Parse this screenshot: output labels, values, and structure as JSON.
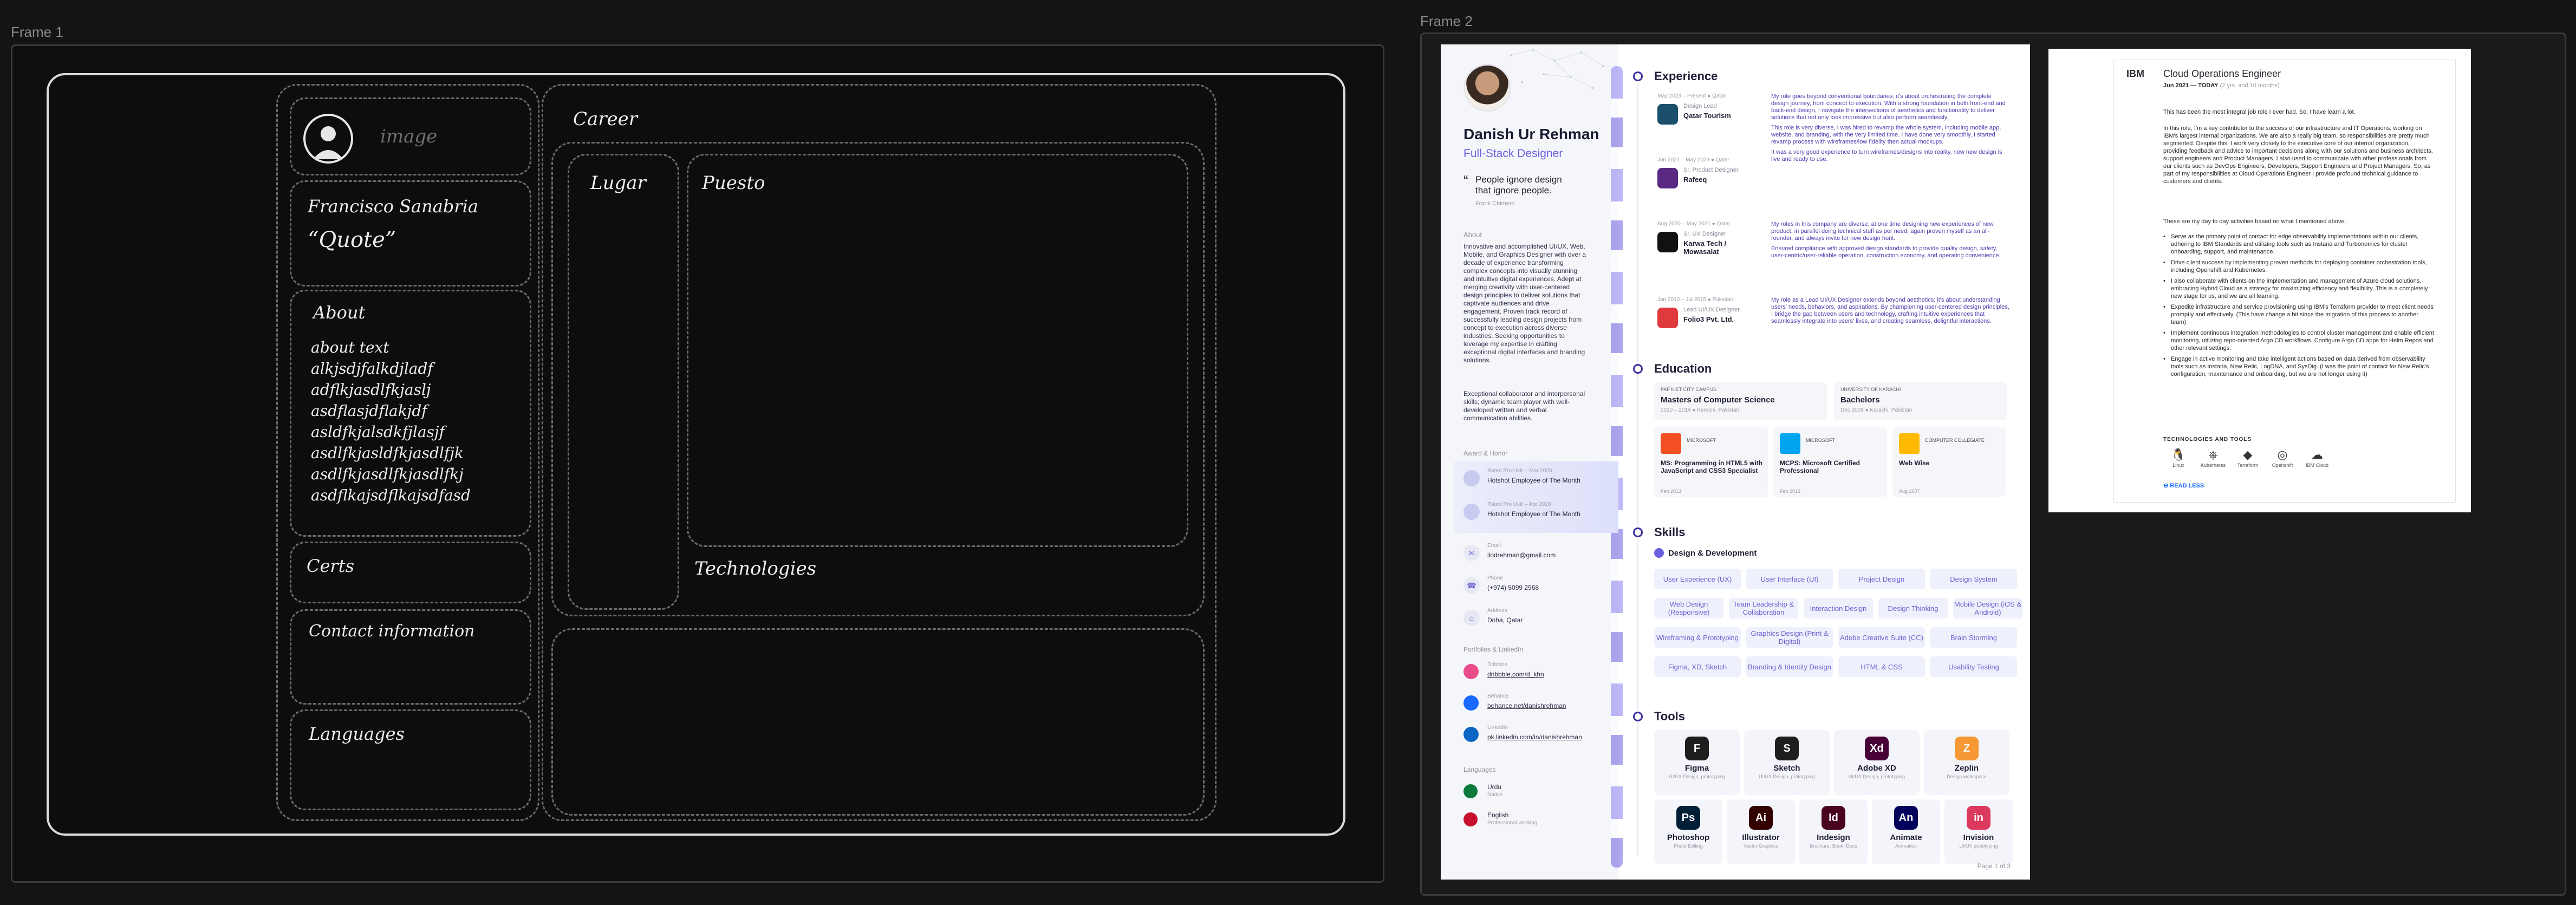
{
  "canvas": {
    "frame1_label": "Frame 1",
    "frame2_label": "Frame 2"
  },
  "wireframe": {
    "image_label": "image",
    "name": "Francisco Sanabria",
    "quote": "“Quote”",
    "about_title": "About",
    "about_lines": [
      "about text",
      "alkjsdjfalkdjladf",
      "adflkjasdlfkjaslj",
      "asdflasjdflakjdf",
      "asldfkjalsdkfjlasjf",
      "asdlfkjasldfkjasdlfjk",
      "asdlfkjasdlfkjasdlfkj",
      "asdflkajsdflkajsdfasd"
    ],
    "certs": "Certs",
    "contact": "Contact information",
    "languages": "Languages",
    "career": "Career",
    "lugar": "Lugar",
    "puesto": "Puesto",
    "technologies": "Technologies"
  },
  "cv": {
    "name": "Danish Ur Rehman",
    "role": "Full-Stack Designer",
    "quote": "People ignore design that ignore people.",
    "quote_author": "Frank Chimero",
    "about_label": "About",
    "about_p1": "Innovative and accomplished UI/UX, Web, Mobile, and Graphics Designer with over a decade of experience transforming complex concepts into visually stunning and intuitive digital experiences. Adept at merging creativity with user-centered design principles to deliver solutions that captivate audiences and drive engagement. Proven track record of successfully leading design projects from concept to execution across diverse industries. Seeking opportunities to leverage my expertise in crafting exceptional digital interfaces and branding solutions.",
    "about_p2": "Exceptional collaborator and interpersonal skills; dynamic team player with well-developed written and verbal communication abilities.",
    "awards_label": "Award & Honor",
    "awards": [
      {
        "date": "Rated Pro Uxtr – Mar 2023",
        "title": "Hotshot Employee of The Month"
      },
      {
        "date": "Rated Pro Uxtr – Apr 2020",
        "title": "Hotshot Employee of The Month"
      }
    ],
    "contacts": [
      {
        "label": "Email",
        "value": "ilodrehman@gmail.com"
      },
      {
        "label": "Phone",
        "value": "(+974) 5099 2968"
      },
      {
        "label": "Address",
        "value": "Doha, Qatar"
      }
    ],
    "portfolio_label": "Portfolios & LinkedIn",
    "portfolio": [
      {
        "label": "Dribbble",
        "value": "dribbble.com/d_khn",
        "color": "#ea4c89"
      },
      {
        "label": "Behance",
        "value": "behance.net/danishrehman",
        "color": "#1769ff"
      },
      {
        "label": "LinkedIn",
        "value": "pk.linkedin.com/in/danishrehman",
        "color": "#0a66c2"
      }
    ],
    "languages_label": "Languages",
    "languages": [
      {
        "name": "Urdu",
        "level": "Native",
        "color": "#0b7a3b"
      },
      {
        "name": "English",
        "level": "Professional working",
        "color": "#c8102e"
      }
    ],
    "experience_title": "Experience",
    "experience": [
      {
        "date": "May 2023 – Present ● Qatar",
        "role": "Design Lead",
        "company": "Qatar Tourism",
        "color": "#1b4f6b",
        "text": "My role goes beyond conventional boundaries; it's about orchestrating the complete design journey, from concept to execution. With a strong foundation in both front-end and back-end design, I navigate the intersections of aesthetics and functionality to deliver solutions that not only look impressive but also perform seamlessly.",
        "text2": "This role is very diverse, I was hired to revamp the whole system, including mobile app, website, and branding, with the very limited time. I have done very smoothly, I started revamp process with wireframes/low fidelity then actual mockups.",
        "text3": "It was a very good experience to turn wireframes/designs into reality, now new design is live and ready to use."
      },
      {
        "date": "Jun 2021 – May 2023 ● Qatar",
        "role": "Sr. Product Designer",
        "company": "Rafeeq",
        "color": "#5a2a82",
        "text": "",
        "text2": "",
        "text3": ""
      },
      {
        "date": "Aug 2020 – May 2021 ● Qatar",
        "role": "Sr. UX Designer",
        "company": "Karwa Tech / Mowasalat",
        "color": "#111111",
        "text": "My roles in this company are diverse; at one time designing new experiences of new product, in parallel doing technical stuff as per need, again proven myself as an all-rounder, and always invite for new design hunt.",
        "text2": "Ensured compliance with approved design standards to provide quality design, safety, user-centric/user-reliable operation, construction economy, and operating convenience.",
        "text3": ""
      },
      {
        "date": "Jan 2010 – Jul 2015 ● Pakistan",
        "role": "Lead UI/UX Designer",
        "company": "Folio3 Pvt. Ltd.",
        "color": "#e03a3e",
        "text": "My role as a Lead UI/UX Designer extends beyond aesthetics; it's about understanding users' needs, behaviors, and aspirations. By championing user-centered design principles, I bridge the gap between users and technology, crafting intuitive experiences that seamlessly integrate into users' lives, and creating seamless, delightful interactions.",
        "text2": "",
        "text3": ""
      }
    ],
    "education_title": "Education",
    "education": [
      {
        "school": "PAF KIET CITY CAMPUS",
        "degree": "Masters of Computer Science",
        "date": "2010 – 2014 ● Karachi, Pakistan"
      },
      {
        "school": "UNIVERSITY OF KARACHI",
        "degree": "Bachelors",
        "date": "Dec 2009 ● Karachi, Pakistan"
      }
    ],
    "certs": [
      {
        "issuer": "MICROSOFT",
        "title": "MS: Programming in HTML5 with JavaScript and CSS3 Specialist",
        "date": "Feb 2013",
        "color": "#f25022"
      },
      {
        "issuer": "MICROSOFT",
        "title": "MCPS: Microsoft Certified Professional",
        "date": "Feb 2013",
        "color": "#00a4ef"
      },
      {
        "issuer": "COMPUTER COLLEGIATE",
        "title": "Web Wise",
        "date": "Aug 2007",
        "color": "#ffb900"
      }
    ],
    "skills_title": "Skills",
    "skills_category": "Design & Development",
    "skills": [
      "User Experience (UX)",
      "User Interface (UI)",
      "Project Design",
      "Design System",
      "Web Design (Responsive)",
      "Team Leadership & Collaboration",
      "Interaction Design",
      "Design Thinking",
      "Mobile Design (iOS & Android)",
      "Wireframing & Prototyping",
      "Graphics Design (Print & Digital)",
      "Adobe Creative Suite (CC)",
      "Brain Storming",
      "Figma, XD, Sketch",
      "Branding & Identity Design",
      "HTML & CSS",
      "Usability Testing"
    ],
    "tools_title": "Tools",
    "tools": [
      {
        "name": "Figma",
        "desc": "UI/UX Design, prototyping",
        "glyph": "F",
        "color": "#1e1e1e"
      },
      {
        "name": "Sketch",
        "desc": "UI/UX Design, prototyping",
        "glyph": "S",
        "color": "#1e1e1e"
      },
      {
        "name": "Adobe XD",
        "desc": "UI/UX Design, prototyping",
        "glyph": "Xd",
        "color": "#470137"
      },
      {
        "name": "Zeplin",
        "desc": "Design workspace",
        "glyph": "Z",
        "color": "#f69833"
      },
      {
        "name": "Photoshop",
        "desc": "Photo Editing",
        "glyph": "Ps",
        "color": "#001e36"
      },
      {
        "name": "Illustrator",
        "desc": "Vector Graphics",
        "glyph": "Ai",
        "color": "#330000"
      },
      {
        "name": "Indesign",
        "desc": "Brochure, Book, Docs",
        "glyph": "Id",
        "color": "#49021f"
      },
      {
        "name": "Animate",
        "desc": "Animation",
        "glyph": "An",
        "color": "#00005b"
      },
      {
        "name": "Invision",
        "desc": "UI/UX prototyping",
        "glyph": "in",
        "color": "#dc395f"
      }
    ],
    "page_label": "Page 1 of 3"
  },
  "ibm": {
    "company": "IBM",
    "title": "Cloud Operations Engineer",
    "dates": "Jun 2021 — TODAY",
    "duration": "(2 yrs. and 10 months)",
    "p1": "This has been the most integral job role I ever had. So, I have learn a lot.",
    "p2": "In this role, I'm a key contributor to the success of our infrastructure and IT Operations, working on IBM's largest internal organizations. We are also a really big team, so responsibilities are pretty much segmented. Despite this, I work very closely to the executive core of our internal organization, providing feedback and advice to important decisions along with our solutions and business architects, support engineers and Product Managers. I also used to communicate with other professionals from our clients such as DevOps Engineers, Developers, Support Engineers and Project Managers. So, as part of my responsibilities at Cloud Operations Engineer I provide profound technical guidance to customers and clients.",
    "p3": "These are my day to day activities based on what I mentioned above.",
    "bullets": [
      "Serve as the primary point of contact for edge observability implementations within our clients, adhering to IBM Standards and utilizing tools such as Instana and Turbonomics for cluster onboarding, support, and maintenance.",
      "Drive client success by implementing proven methods for deploying container orchestration tools, including Openshift and Kubernetes.",
      "I also collaborate with clients on the implementation and management of Azure cloud solutions, embracing Hybrid Cloud as a strategy for maximizing efficiency and flexibility. This is a completely new stage for us, and we are all learning.",
      "Expedite infrastructure and service provisioning using IBM's Terraform provider to meet client needs promptly and effectively. (This have change a bit since the migration of this process to another team)",
      "Implement continuous integration methodologies to control cluster management and enable efficient monitoring, utilizing repo-oriented Argo CD workflows. Configure Argo CD apps for Helm Repos and other relevant settings.",
      "Engage in active monitoring and take intelligent actions based on data derived from observability tools such as Instana, New Relic, LogDNA, and SysDig. (I was the point of contact for New Relic's configuration, maintenance and onboarding, but we are not longer using it)"
    ],
    "tech_label": "TECHNOLOGIES AND TOOLS",
    "tech": [
      {
        "name": "Linux",
        "glyph": "🐧"
      },
      {
        "name": "Kubernetes",
        "glyph": "⎈"
      },
      {
        "name": "Terraform",
        "glyph": "◆"
      },
      {
        "name": "Openshift",
        "glyph": "◎"
      },
      {
        "name": "IBM Cloud",
        "glyph": "☁"
      }
    ],
    "read_less": "READ LESS"
  }
}
